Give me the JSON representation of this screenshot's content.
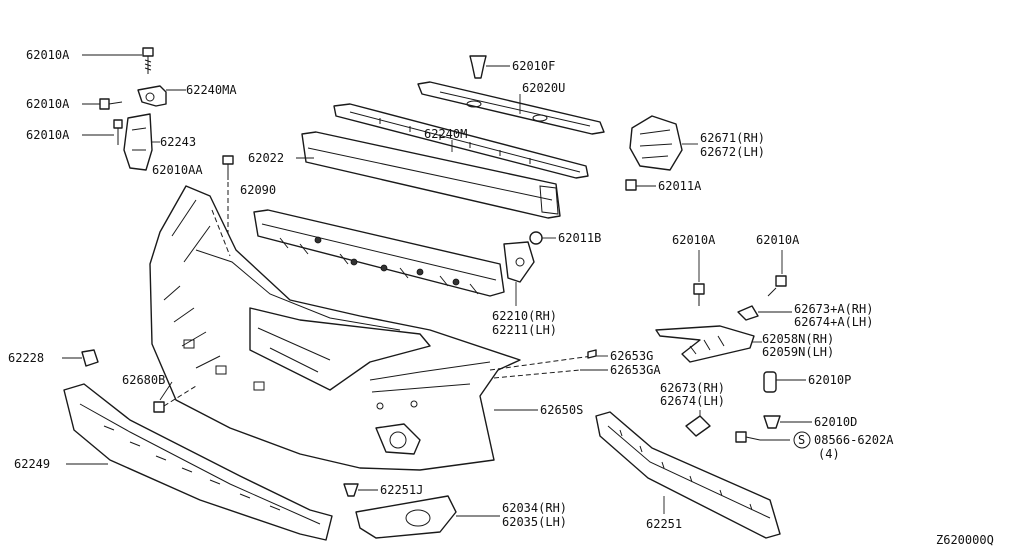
{
  "diagram": {
    "code": "Z620000Q",
    "labels": {
      "l_62010A_1": "62010A",
      "l_62010A_2": "62010A",
      "l_62010A_3": "62010A",
      "l_62240MA": "62240MA",
      "l_62243": "62243",
      "l_62010AA": "62010AA",
      "l_62010F": "62010F",
      "l_62020U": "62020U",
      "l_62240M": "62240M",
      "l_62022": "62022",
      "l_62090": "62090",
      "l_62671": "62671(RH)",
      "l_62672": "62672(LH)",
      "l_62011A": "62011A",
      "l_62011B": "62011B",
      "l_62210": "62210(RH)",
      "l_62211": "62211(LH)",
      "l_62010A_4": "62010A",
      "l_62010A_5": "62010A",
      "l_62673A": "62673+A(RH)",
      "l_62674A": "62674+A(LH)",
      "l_62058N": "62058N(RH)",
      "l_62059N": "62059N(LH)",
      "l_62228": "62228",
      "l_62680B": "62680B",
      "l_62653G": "62653G",
      "l_62653GA": "62653GA",
      "l_62650S": "62650S",
      "l_62673": "62673(RH)",
      "l_62674": "62674(LH)",
      "l_62010P": "62010P",
      "l_62010D": "62010D",
      "l_08566": "08566-6202A",
      "l_qty": "(4)",
      "l_S": "S",
      "l_62249": "62249",
      "l_62251J": "62251J",
      "l_62034": "62034(RH)",
      "l_62035": "62035(LH)",
      "l_62251": "62251"
    }
  }
}
